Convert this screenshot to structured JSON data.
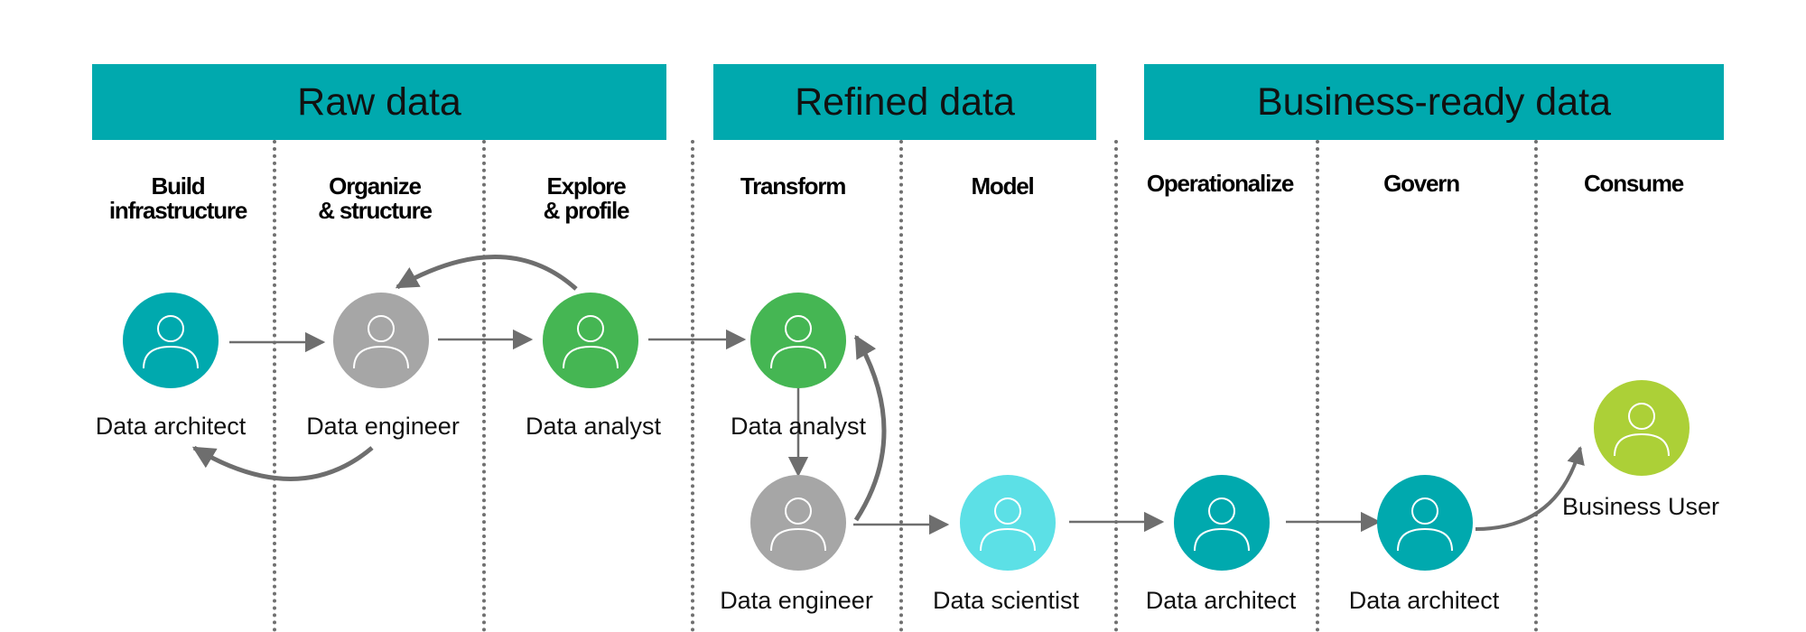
{
  "colors": {
    "band": "#00a9ae",
    "teal": "#00a9ae",
    "gray": "#a6a6a6",
    "green": "#45b653",
    "light_teal": "#5ce0e6",
    "lime": "#acd037",
    "arrow": "#6e6e6e",
    "divider": "#707070"
  },
  "phases": [
    {
      "title": "Raw data"
    },
    {
      "title": "Refined data"
    },
    {
      "title": "Business-ready data"
    }
  ],
  "stages": [
    {
      "label": "Build\ninfrastructure"
    },
    {
      "label": "Organize\n& structure"
    },
    {
      "label": "Explore\n& profile"
    },
    {
      "label": "Transform"
    },
    {
      "label": "Model"
    },
    {
      "label": "Operationalize"
    },
    {
      "label": "Govern"
    },
    {
      "label": "Consume"
    }
  ],
  "roles": [
    {
      "label": "Data architect",
      "color": "teal",
      "icon": "person-icon"
    },
    {
      "label": "Data engineer",
      "color": "gray",
      "icon": "person-icon"
    },
    {
      "label": "Data analyst",
      "color": "green",
      "icon": "person-icon"
    },
    {
      "label": "Data analyst",
      "color": "green",
      "icon": "person-icon"
    },
    {
      "label": "Data engineer",
      "color": "gray",
      "icon": "person-icon"
    },
    {
      "label": "Data scientist",
      "color": "light_teal",
      "icon": "person-icon"
    },
    {
      "label": "Data architect",
      "color": "teal",
      "icon": "person-icon"
    },
    {
      "label": "Data architect",
      "color": "teal",
      "icon": "person-icon"
    },
    {
      "label": "Business User",
      "color": "lime",
      "icon": "person-icon"
    }
  ]
}
